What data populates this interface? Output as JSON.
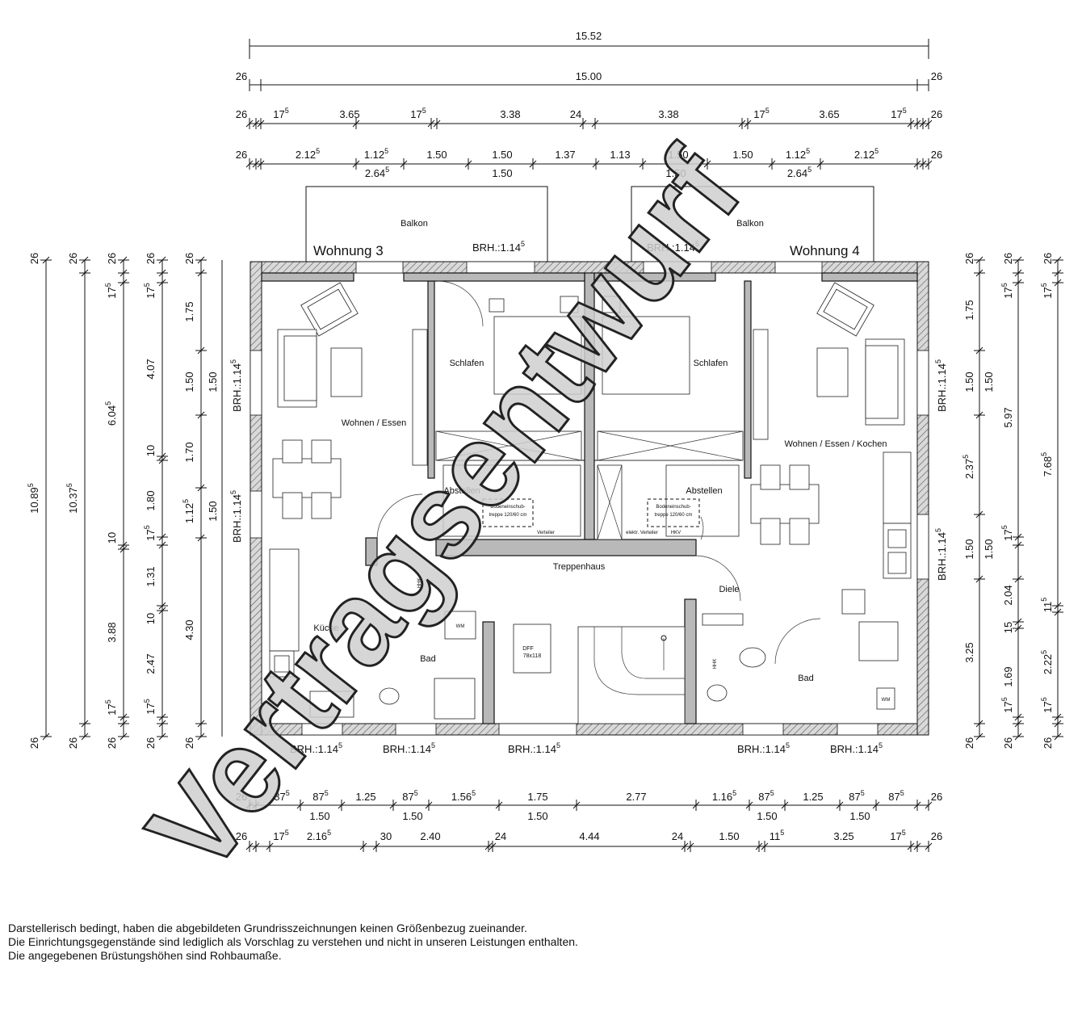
{
  "dimensions": {
    "top": {
      "row1": {
        "d1": "15.52"
      },
      "row2": {
        "left": "26",
        "mid": "15.00",
        "right": "26"
      },
      "row3": [
        {
          "v": "26"
        },
        {
          "v": "17",
          "s": "5"
        },
        {
          "v": "3.65"
        },
        {
          "v": "17",
          "s": "5"
        },
        {
          "v": "3.38"
        },
        {
          "v": "24"
        },
        {
          "v": "3.38"
        },
        {
          "v": "17",
          "s": "5"
        },
        {
          "v": "3.65"
        },
        {
          "v": "17",
          "s": "5"
        },
        {
          "v": "26"
        }
      ],
      "row4": [
        {
          "v": "26"
        },
        {
          "v": "2.12",
          "s": "5"
        },
        {
          "v": "1.12",
          "s": "5"
        },
        {
          "v": "1.50"
        },
        {
          "v": "1.50"
        },
        {
          "v": "1.37"
        },
        {
          "v": "1.13"
        },
        {
          "v": "1.50"
        },
        {
          "v": "1.50"
        },
        {
          "v": "1.12",
          "s": "5"
        },
        {
          "v": "2.12",
          "s": "5"
        },
        {
          "v": "26"
        }
      ],
      "row4b": [
        {
          "v": "2.64",
          "s": "5"
        },
        {
          "v": "1.50"
        },
        {
          "v": "1.50"
        },
        {
          "v": "2.64",
          "s": "5"
        }
      ]
    },
    "bottom": {
      "row1": [
        {
          "v": "26"
        },
        {
          "v": "87",
          "s": "5"
        },
        {
          "v": "87",
          "s": "5"
        },
        {
          "v": "1.25"
        },
        {
          "v": "87",
          "s": "5"
        },
        {
          "v": "1.56",
          "s": "5"
        },
        {
          "v": "1.75"
        },
        {
          "v": "2.77"
        },
        {
          "v": "1.16",
          "s": "5"
        },
        {
          "v": "87",
          "s": "5"
        },
        {
          "v": "1.25"
        },
        {
          "v": "87",
          "s": "5"
        },
        {
          "v": "87",
          "s": "5"
        },
        {
          "v": "26"
        }
      ],
      "row1b": [
        {
          "v": "1.50"
        },
        {
          "v": "1.50"
        },
        {
          "v": "1.50"
        },
        {
          "v": "1.50"
        },
        {
          "v": "1.50"
        }
      ],
      "row2": [
        {
          "v": "26"
        },
        {
          "v": "17",
          "s": "5"
        },
        {
          "v": "2.16",
          "s": "5"
        },
        {
          "v": "30"
        },
        {
          "v": "2.40"
        },
        {
          "v": "24"
        },
        {
          "v": "4.44"
        },
        {
          "v": "24"
        },
        {
          "v": "1.50"
        },
        {
          "v": "11",
          "s": "5"
        },
        {
          "v": "3.25"
        },
        {
          "v": "17",
          "s": "5"
        },
        {
          "v": "26"
        }
      ]
    },
    "left": {
      "c1": [
        {
          "v": "26"
        },
        {
          "v": "10.89",
          "s": "5"
        },
        {
          "v": "26"
        }
      ],
      "c2": [
        {
          "v": "26"
        },
        {
          "v": "10.37",
          "s": "5"
        },
        {
          "v": "26"
        }
      ],
      "c3": [
        {
          "v": "26"
        },
        {
          "v": "17",
          "s": "5"
        },
        {
          "v": "6.04",
          "s": "5"
        },
        {
          "v": "10"
        },
        {
          "v": "3.88"
        },
        {
          "v": "17",
          "s": "5"
        },
        {
          "v": "26"
        }
      ],
      "c4": [
        {
          "v": "26"
        },
        {
          "v": "17",
          "s": "5"
        },
        {
          "v": "4.07"
        },
        {
          "v": "10"
        },
        {
          "v": "1.80"
        },
        {
          "v": "17",
          "s": "5"
        },
        {
          "v": "1.31"
        },
        {
          "v": "10"
        },
        {
          "v": "2.47"
        },
        {
          "v": "17",
          "s": "5"
        },
        {
          "v": "26"
        }
      ],
      "c5": [
        {
          "v": "26"
        },
        {
          "v": "1.75"
        },
        {
          "v": "1.50"
        },
        {
          "v": "1.70"
        },
        {
          "v": "1.12",
          "s": "5"
        },
        {
          "v": "4.30"
        },
        {
          "v": "26"
        }
      ],
      "c6": [
        {
          "v": "1.50"
        },
        {
          "v": "1.50"
        }
      ]
    },
    "right": {
      "c1": [
        {
          "v": "26"
        },
        {
          "v": "1.75"
        },
        {
          "v": "1.50"
        },
        {
          "v": "2.37",
          "s": "5"
        },
        {
          "v": "1.50"
        },
        {
          "v": "3.25"
        },
        {
          "v": "26"
        }
      ],
      "c2": [
        {
          "v": "26"
        },
        {
          "v": "17",
          "s": "5"
        },
        {
          "v": "1.50"
        },
        {
          "v": "5.97"
        },
        {
          "v": "17",
          "s": "5"
        },
        {
          "v": "1.50"
        },
        {
          "v": "2.04"
        },
        {
          "v": "15"
        },
        {
          "v": "1.69"
        },
        {
          "v": "17",
          "s": "5"
        },
        {
          "v": "26"
        }
      ],
      "c3": [
        {
          "v": "26"
        },
        {
          "v": "17",
          "s": "5"
        },
        {
          "v": "7.68",
          "s": "5"
        },
        {
          "v": "11",
          "s": "5"
        },
        {
          "v": "2.22",
          "s": "5"
        },
        {
          "v": "17",
          "s": "5"
        },
        {
          "v": "26"
        }
      ]
    }
  },
  "labels": {
    "balkon_left": "Balkon",
    "balkon_right": "Balkon",
    "wohnung3": "Wohnung 3",
    "wohnung4": "Wohnung 4",
    "schlafen_left": "Schlafen",
    "schlafen_right": "Schlafen",
    "wohnen_left": "Wohnen / Essen",
    "wohnen_right": "Wohnen / Essen / Kochen",
    "abstellen_left": "Abstellen",
    "abstellen_right": "Abstellen",
    "treppenhaus": "Treppenhaus",
    "diele": "Diele",
    "kueche": "Küche",
    "bad_left": "Bad",
    "bad_right": "Bad",
    "wm_left": "WM",
    "wm_right": "WM",
    "dff_1": "DFF",
    "dff_2": "78x118",
    "boden_l1": "Bodeneinschub-",
    "boden_l2": "treppe 120/60 cm",
    "boden_r1": "Bodeneinschub-",
    "boden_r2": "treppe 120/60 cm",
    "verteiler_left": "Verteiler",
    "verteiler_right": "elektr. Verteiler",
    "hkv": "HKV",
    "hhk_left": "HHK",
    "hhk_right": "HHK"
  },
  "brh": {
    "value": "BRH.:1.14",
    "sup": "5"
  },
  "watermark": "Vertragsentwurf",
  "notes": [
    "Darstellerisch bedingt, haben die abgebildeten Grundrisszeichnungen keinen Größenbezug zueinander.",
    "Die Einrichtungsgegenstände sind lediglich als Vorschlag zu verstehen und nicht in unseren Leistungen enthalten.",
    "Die angegebenen Brüstungshöhen sind Rohbaumaße."
  ]
}
